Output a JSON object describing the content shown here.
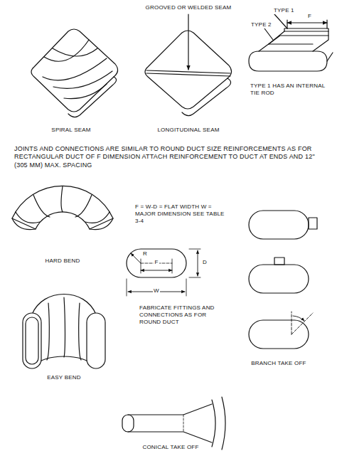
{
  "diagram": {
    "labels": [
      "GROOVED OR WELDED SEAM",
      "TYPE 1",
      "TYPE 2",
      "F",
      "TYPE 1 HAS AN INTERNAL TIE ROD",
      "SPIRAL SEAM",
      "LONGITUDINAL SEAM",
      "JOINTS AND CONNECTIONS ARE SIMILAR TO ROUND DUCT SIZE REINFORCEMENTS AS FOR RECTANGULAR DUCT OF F DIMENSION ATTACH REINFORCEMENT TO DUCT AT ENDS AND 12\" (305 MM) MAX. SPACING",
      "HARD BEND",
      "F = W-D = FLAT WIDTH W = MAJOR DIMENSION SEE TABLE 3-4",
      "R",
      "D",
      "F",
      "W",
      "FABRICATE FITTINGS AND CONNECTIONS AS FOR ROUND DUCT",
      "EASY BEND",
      "BRANCH TAKE OFF",
      "CONICAL TAKE OFF"
    ]
  }
}
